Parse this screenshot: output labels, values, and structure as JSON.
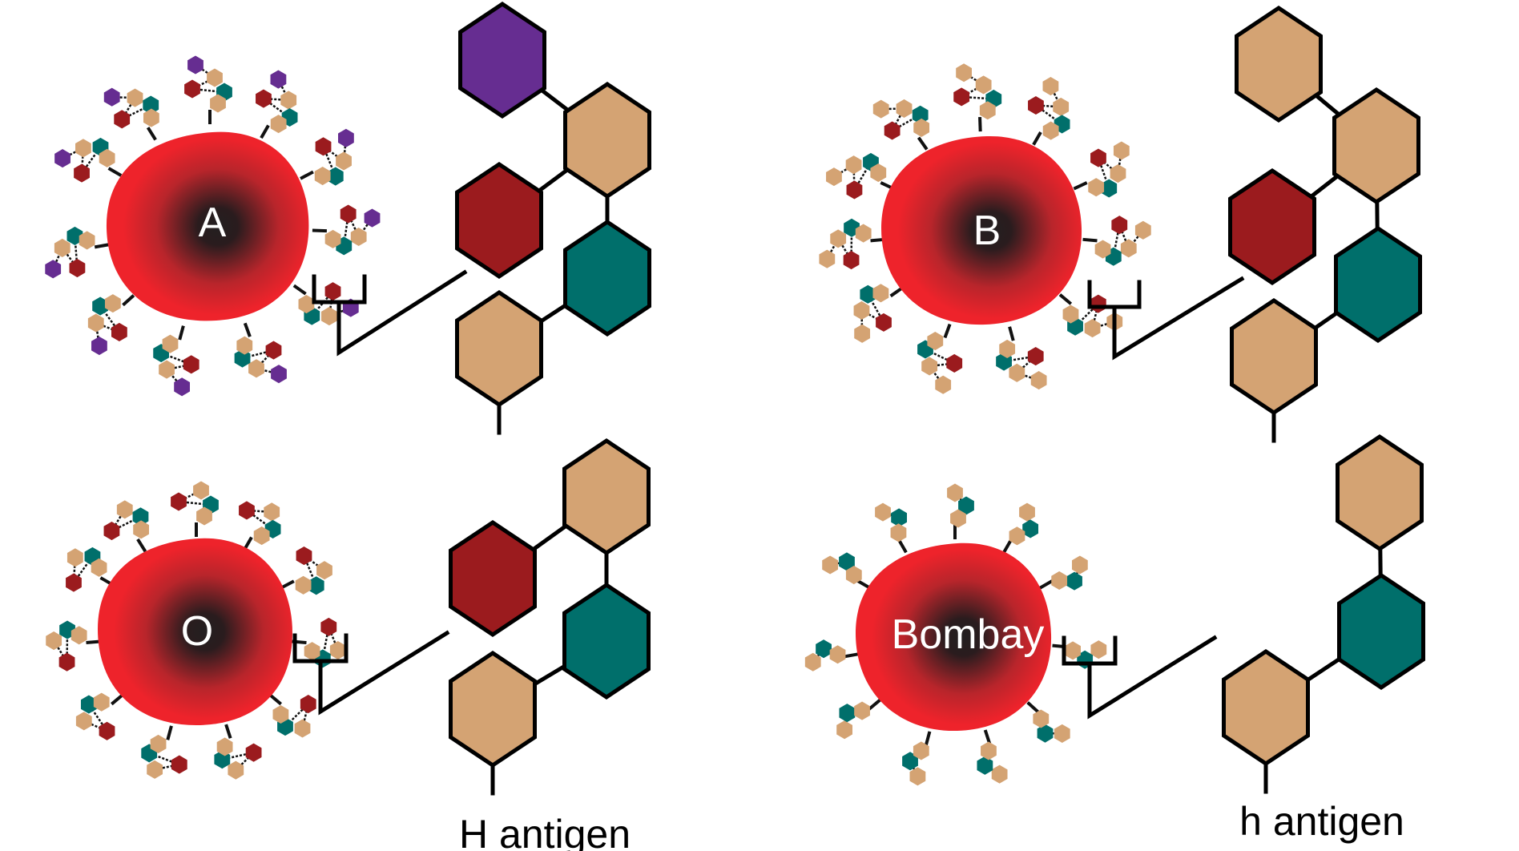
{
  "colors": {
    "galnac": "#662d91",
    "galactose": "#d4a373",
    "fucose": "#9b1b1e",
    "glcnac": "#006f6b",
    "cell_edge": "#ee232b",
    "cell_center": "#231f20",
    "outline": "#000000"
  },
  "panels": [
    {
      "id": "A",
      "label": "A",
      "caption": "",
      "chain_sugars": [
        "galnac",
        "galactose",
        "fucose",
        "glcnac",
        "galactose"
      ],
      "marker_sugars": [
        "galnac",
        "galactose",
        "fucose",
        "glcnac",
        "galactose"
      ]
    },
    {
      "id": "B",
      "label": "B",
      "caption": "",
      "chain_sugars": [
        "galactose",
        "galactose",
        "fucose",
        "glcnac",
        "galactose"
      ],
      "marker_sugars": [
        "galactose",
        "galactose",
        "fucose",
        "glcnac",
        "galactose"
      ]
    },
    {
      "id": "O",
      "label": "O",
      "caption": "H antigen",
      "chain_sugars": [
        "galactose",
        "fucose",
        "glcnac",
        "galactose"
      ],
      "marker_sugars": [
        "galactose",
        "fucose",
        "glcnac",
        "galactose"
      ]
    },
    {
      "id": "Bombay",
      "label": "Bombay",
      "caption": "h antigen",
      "chain_sugars": [
        "galactose",
        "glcnac",
        "galactose"
      ],
      "marker_sugars": [
        "galactose",
        "glcnac",
        "galactose"
      ]
    }
  ]
}
